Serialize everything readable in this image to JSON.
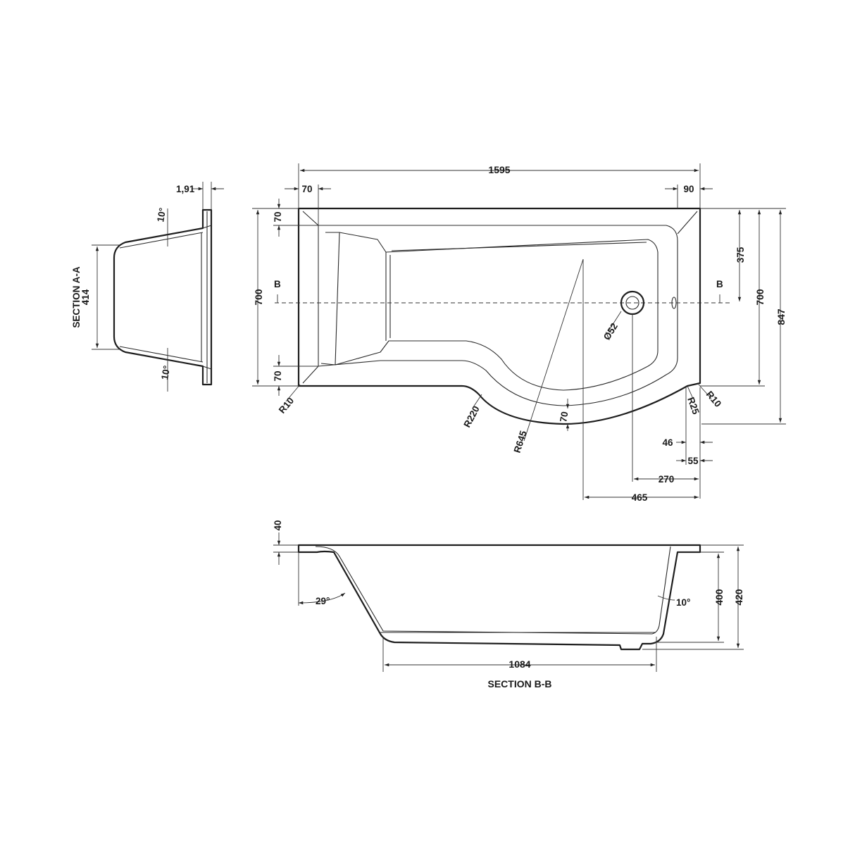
{
  "section_a": {
    "title": "SECTION A-A",
    "dim_thickness": "1,91",
    "dim_height": "414",
    "angle_top": "10°",
    "angle_bottom": "10°"
  },
  "plan": {
    "dim_length": "1595",
    "dim_left_rim": "70",
    "dim_right_rim": "90",
    "dim_top_rim": "70",
    "dim_bottom_rim": "70",
    "dim_width_left": "700",
    "dim_width_right": "700",
    "dim_overall_width": "847",
    "dim_waste_offset": "375",
    "section_mark_left": "B",
    "section_mark_right": "B",
    "waste_dia": "Ø52",
    "radius_corner_left": "R10",
    "radius_corner_right": "R10",
    "radius_r25": "R25",
    "radius_r220": "R220",
    "radius_r645": "R645",
    "dim_curve_rim": "70",
    "dim_46": "46",
    "dim_55": "55",
    "dim_270": "270",
    "dim_465": "465"
  },
  "section_b": {
    "title": "SECTION B-B",
    "dim_rim": "40",
    "dim_depth_inner": "400",
    "dim_depth_outer": "420",
    "angle_left": "29°",
    "angle_right": "10°",
    "dim_base_length": "1084"
  }
}
